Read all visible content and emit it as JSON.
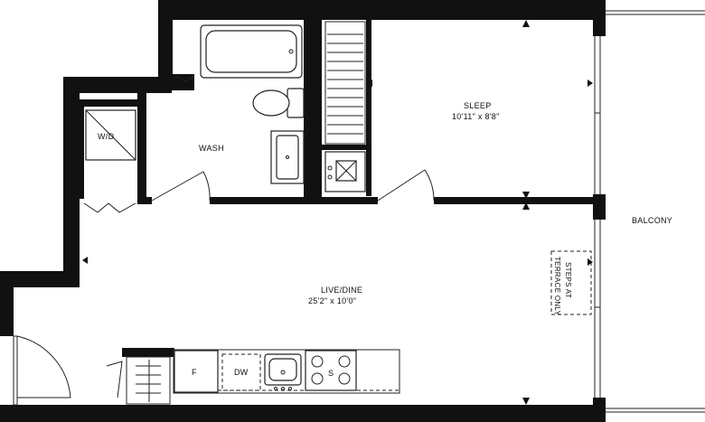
{
  "rooms": {
    "wash": {
      "name": "WASH"
    },
    "wd": {
      "name": "W/D"
    },
    "sleep": {
      "name": "SLEEP",
      "dims": "10'11\" x 8'8\""
    },
    "live": {
      "name": "LIVE/DINE",
      "dims": "25'2\" x 10'0\""
    },
    "balcony": {
      "name": "BALCONY"
    }
  },
  "appliances": {
    "fridge": "F",
    "dishwasher": "DW",
    "stove": "S"
  },
  "note": {
    "line1": "STEPS AT",
    "line2": "TERRACE ONLY"
  }
}
